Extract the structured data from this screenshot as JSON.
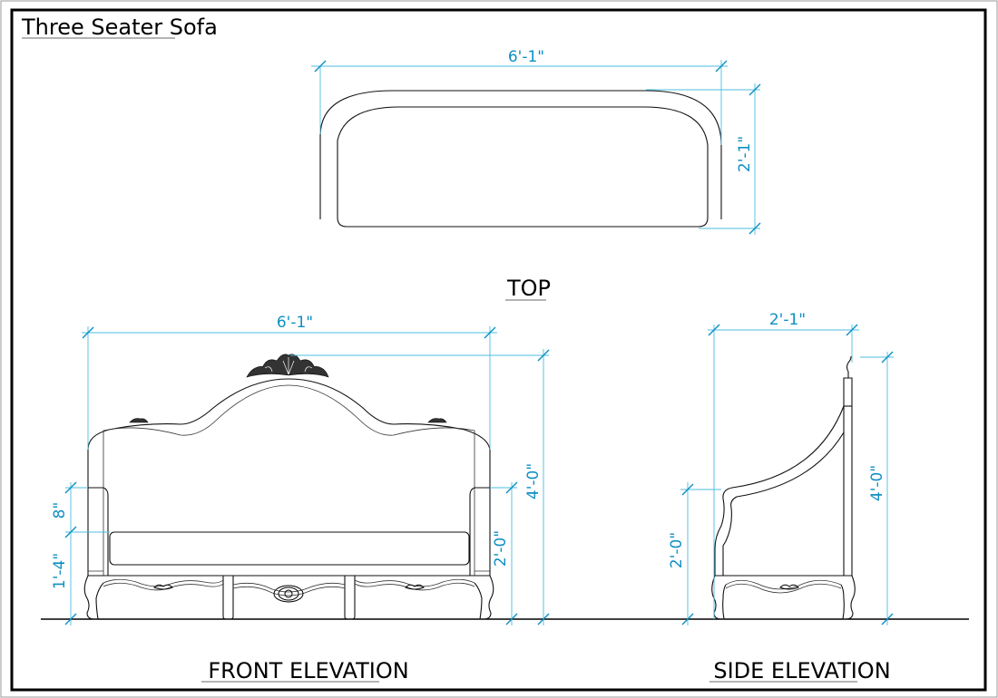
{
  "title": "Three Seater Sofa",
  "views": {
    "top": {
      "label": "TOP",
      "width_dim": "6'-1\"",
      "depth_dim": "2'-1\""
    },
    "front": {
      "label": "FRONT ELEVATION",
      "width_dim": "6'-1\"",
      "height_dim": "4'-0\"",
      "arm_height_dim": "2'-0\"",
      "arm_above_seat_dim": "8\"",
      "seat_height_dim": "1'-4\""
    },
    "side": {
      "label": "SIDE ELEVATION",
      "depth_dim": "2'-1\"",
      "height_dim": "4'-0\"",
      "arm_height_dim": "2'-0\""
    }
  },
  "colors": {
    "dimension": "#0e8fc2",
    "extension_line": "#4dbde0",
    "linework": "#111111"
  }
}
